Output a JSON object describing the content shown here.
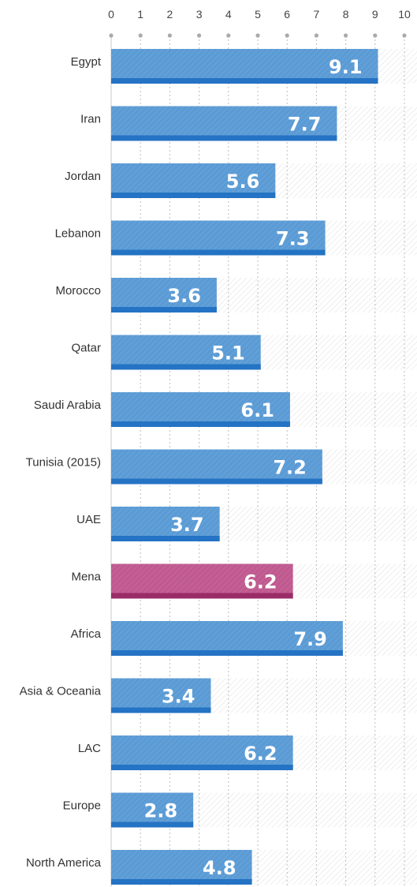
{
  "chart_data": {
    "type": "bar",
    "orientation": "horizontal",
    "categories": [
      "Egypt",
      "Iran",
      "Jordan",
      "Lebanon",
      "Morocco",
      "Qatar",
      "Saudi Arabia",
      "Tunisia (2015)",
      "UAE",
      "Mena",
      "Africa",
      "Asia & Oceania",
      "LAC",
      "Europe",
      "North America"
    ],
    "values": [
      9.1,
      7.7,
      5.6,
      7.3,
      3.6,
      5.1,
      6.1,
      7.2,
      3.7,
      6.2,
      7.9,
      3.4,
      6.2,
      2.8,
      4.8
    ],
    "value_labels": [
      "9.1",
      "7.7",
      "5.6",
      "7.3",
      "3.6",
      "5.1",
      "6.1",
      "7.2",
      "3.7",
      "6.2",
      "7.9",
      "3.4",
      "6.2",
      "2.8",
      "4.8"
    ],
    "highlight_category": "Mena",
    "xlim": [
      0,
      10
    ],
    "xticks": [
      "0",
      "1",
      "2",
      "3",
      "4",
      "5",
      "6",
      "7",
      "8",
      "9",
      "10"
    ],
    "x_axis_position": "top",
    "grid": true,
    "title": "",
    "xlabel": "",
    "ylabel": "",
    "colors": {
      "bar": "#5b9bd5",
      "bar_stripe": "#2473c4",
      "highlight": "#c0598f",
      "highlight_stripe": "#9a2c67",
      "grid": "#bdbdbd",
      "hatch": "#e2e2e2"
    }
  }
}
